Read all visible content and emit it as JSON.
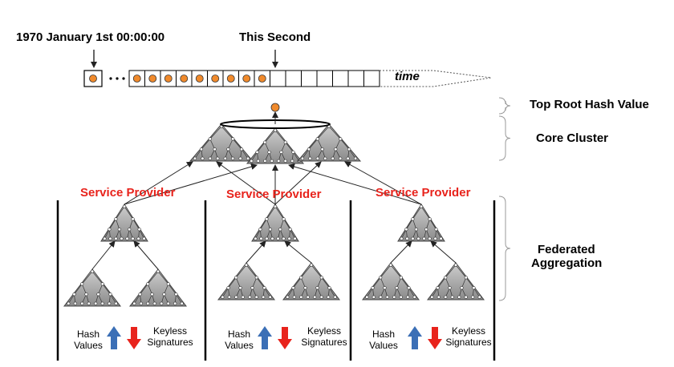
{
  "timeline": {
    "start_label": "1970 January 1st 00:00:00",
    "now_label": "This Second",
    "time_label": "time"
  },
  "legend": {
    "top_root": "Top Root Hash Value",
    "core_cluster": "Core Cluster",
    "federated_line1": "Federated",
    "federated_line2": "Aggregation"
  },
  "providers": [
    {
      "title": "Service Provider",
      "hash_line1": "Hash",
      "hash_line2": "Values",
      "sig_line1": "Keyless",
      "sig_line2": "Signatures"
    },
    {
      "title": "Service Provider",
      "hash_line1": "Hash",
      "hash_line2": "Values",
      "sig_line1": "Keyless",
      "sig_line2": "Signatures"
    },
    {
      "title": "Service Provider",
      "hash_line1": "Hash",
      "hash_line2": "Values",
      "sig_line1": "Keyless",
      "sig_line2": "Signatures"
    }
  ],
  "colors": {
    "node_fill": "#f08a2c",
    "tree_fill": "#9d9d9d",
    "arrow_up": "#3b6fb6",
    "arrow_down": "#e8231c",
    "provider_text": "#e8231c"
  }
}
